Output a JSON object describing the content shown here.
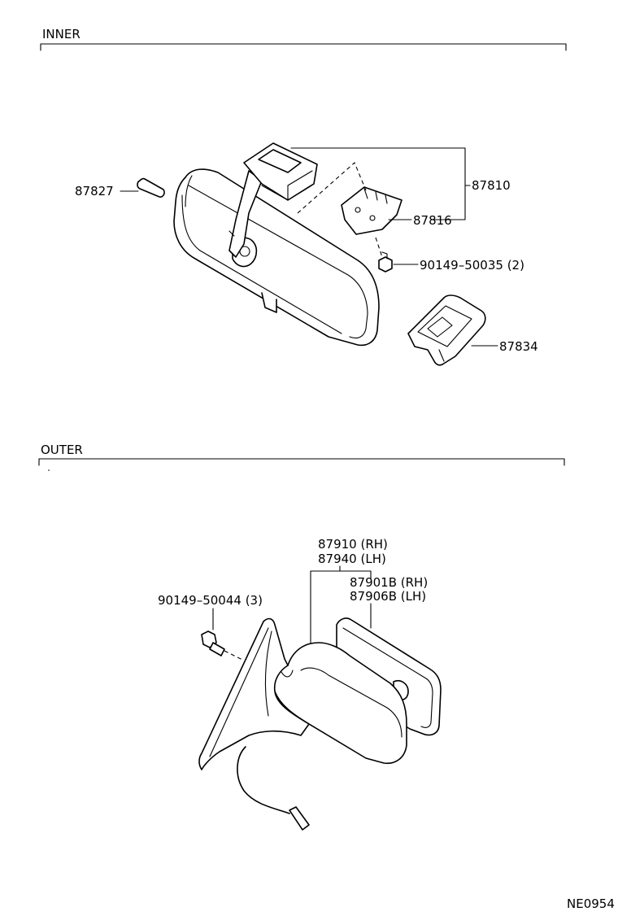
{
  "sections": {
    "inner": "INNER",
    "outer": "OUTER"
  },
  "parts": {
    "p87827": "87827",
    "p87810": "87810",
    "p87816": "87816",
    "p90149_50035": "90149–50035 (2)",
    "p87834": "87834",
    "p87910": "87910 (RH)",
    "p87940": "87940 (LH)",
    "p87901b": "87901B (RH)",
    "p87906b": "87906B (LH)",
    "p90149_50044": "90149–50044 (3)"
  },
  "diagram_code": "NE0954"
}
